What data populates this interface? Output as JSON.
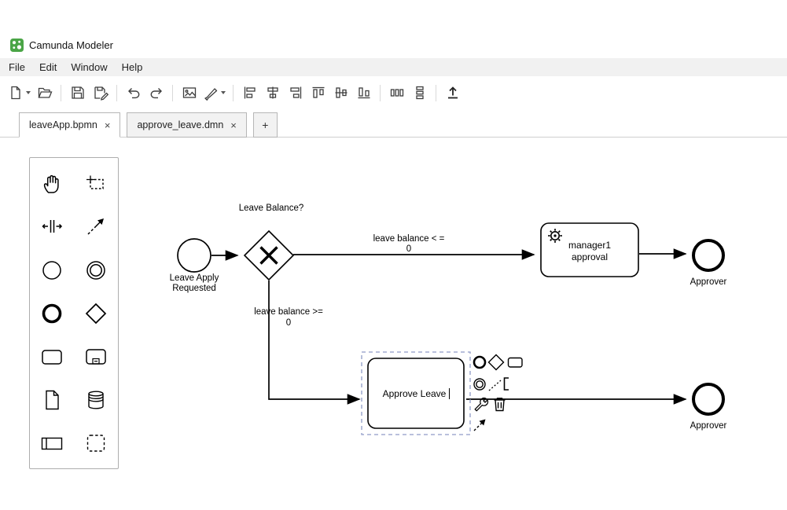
{
  "titlebar": {
    "app_title": "Camunda Modeler"
  },
  "menubar": {
    "items": [
      "File",
      "Edit",
      "Window",
      "Help"
    ]
  },
  "toolbar": {
    "icons": [
      "new-diagram",
      "open-file",
      "save",
      "save-as",
      "undo",
      "redo",
      "export-image",
      "format-painter",
      "align-left",
      "align-center",
      "align-right",
      "align-top",
      "align-middle",
      "align-bottom",
      "distribute-horizontally",
      "distribute-vertically",
      "deploy"
    ]
  },
  "tabs": {
    "items": [
      {
        "label": "leaveApp.bpmn",
        "active": true
      },
      {
        "label": "approve_leave.dmn",
        "active": false
      }
    ],
    "close_glyph": "×",
    "new_tab_label": "+"
  },
  "palette": {
    "tools": [
      "hand-tool",
      "lasso-tool",
      "space-tool",
      "global-connect-tool",
      "create-start-event",
      "create-intermediate-event",
      "create-end-event",
      "create-gateway",
      "create-task",
      "create-subprocess",
      "create-data-object",
      "create-data-store",
      "create-participant",
      "create-group"
    ]
  },
  "context_pad": {
    "icons": [
      "append-end-event",
      "append-gateway",
      "append-task",
      "append-intermediate-event",
      "append-text-annotation",
      "change-type-wrench",
      "delete-trash",
      "connect-arrow"
    ]
  },
  "diagram": {
    "start_event_label_line1": "Leave Apply",
    "start_event_label_line2": "Requested",
    "gateway_label": "Leave Balance?",
    "flow_top_label_line1": "leave balance < =",
    "flow_top_label_line2": "0",
    "service_task_label_line1": "manager1",
    "service_task_label_line2": "approval",
    "end_event_top_label": "Approver",
    "flow_bottom_label_line1": "leave balance >=",
    "flow_bottom_label_line2": "0",
    "user_task_label": "Approve Leave",
    "end_event_bottom_label": "Approver"
  },
  "colors": {
    "brand_green": "#4aa546",
    "selection_stroke": "#8f9bc7",
    "element_stroke": "#000000"
  }
}
